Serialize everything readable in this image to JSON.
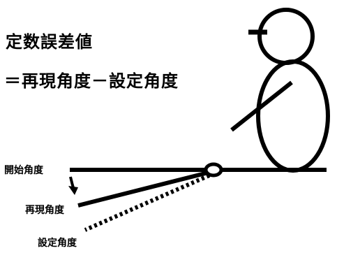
{
  "title": "定数誤差値",
  "formula": "＝再現角度－設定角度",
  "labels": {
    "start_angle": "開始角度",
    "reproduced_angle": "再現角度",
    "set_angle": "設定角度"
  },
  "colors": {
    "ink": "#000000",
    "background": "#ffffff"
  }
}
